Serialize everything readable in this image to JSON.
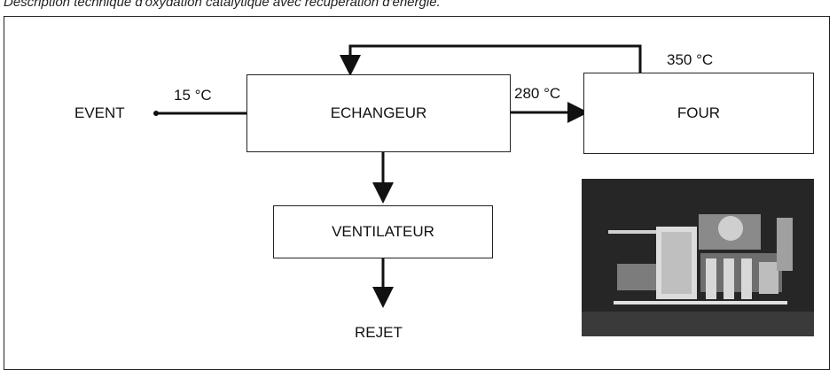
{
  "caption": "Description technique d'oxydation catalytique avec récupération d'énergie.",
  "nodes": {
    "echangeur": "ECHANGEUR",
    "four": "FOUR",
    "ventilateur": "VENTILATEUR"
  },
  "labels": {
    "event": "EVENT",
    "rejet": "REJET",
    "temp_inlet": "15 °C",
    "temp_exchanger_out": "280 °C",
    "temp_furnace_out": "350 °C"
  },
  "photo": {
    "alt": "Photographie de l'unité d'oxydation"
  }
}
